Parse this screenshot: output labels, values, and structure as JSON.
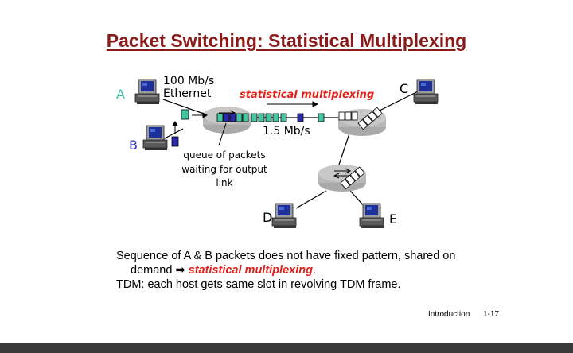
{
  "slide": {
    "title": "Packet Switching: Statistical Multiplexing",
    "footer_section": "Introduction",
    "footer_page": "1-17"
  },
  "diagram": {
    "hosts": [
      "A",
      "B",
      "C",
      "D",
      "E"
    ],
    "link_speed_top": "100 Mb/s",
    "link_type": "Ethernet",
    "mux_label": "statistical multiplexing",
    "link_speed_mid": "1.5 Mb/s",
    "queue_line1": "queue of packets",
    "queue_line2": "waiting for output",
    "queue_line3": "link"
  },
  "body": {
    "line1": "Sequence of A & B packets does not have fixed pattern, shared on",
    "line2_prefix": "demand",
    "line2_arrow": "➡",
    "line2_emphasis": "statistical multiplexing",
    "line2_suffix": ".",
    "line3": "TDM: each host gets same slot in revolving TDM frame."
  },
  "colors": {
    "title": "#8b1a1a",
    "emphasis_red": "#e3201b",
    "packet_green": "#45c6a0",
    "packet_blue": "#2a2aa8",
    "router_gray": "#b8b8b8"
  }
}
